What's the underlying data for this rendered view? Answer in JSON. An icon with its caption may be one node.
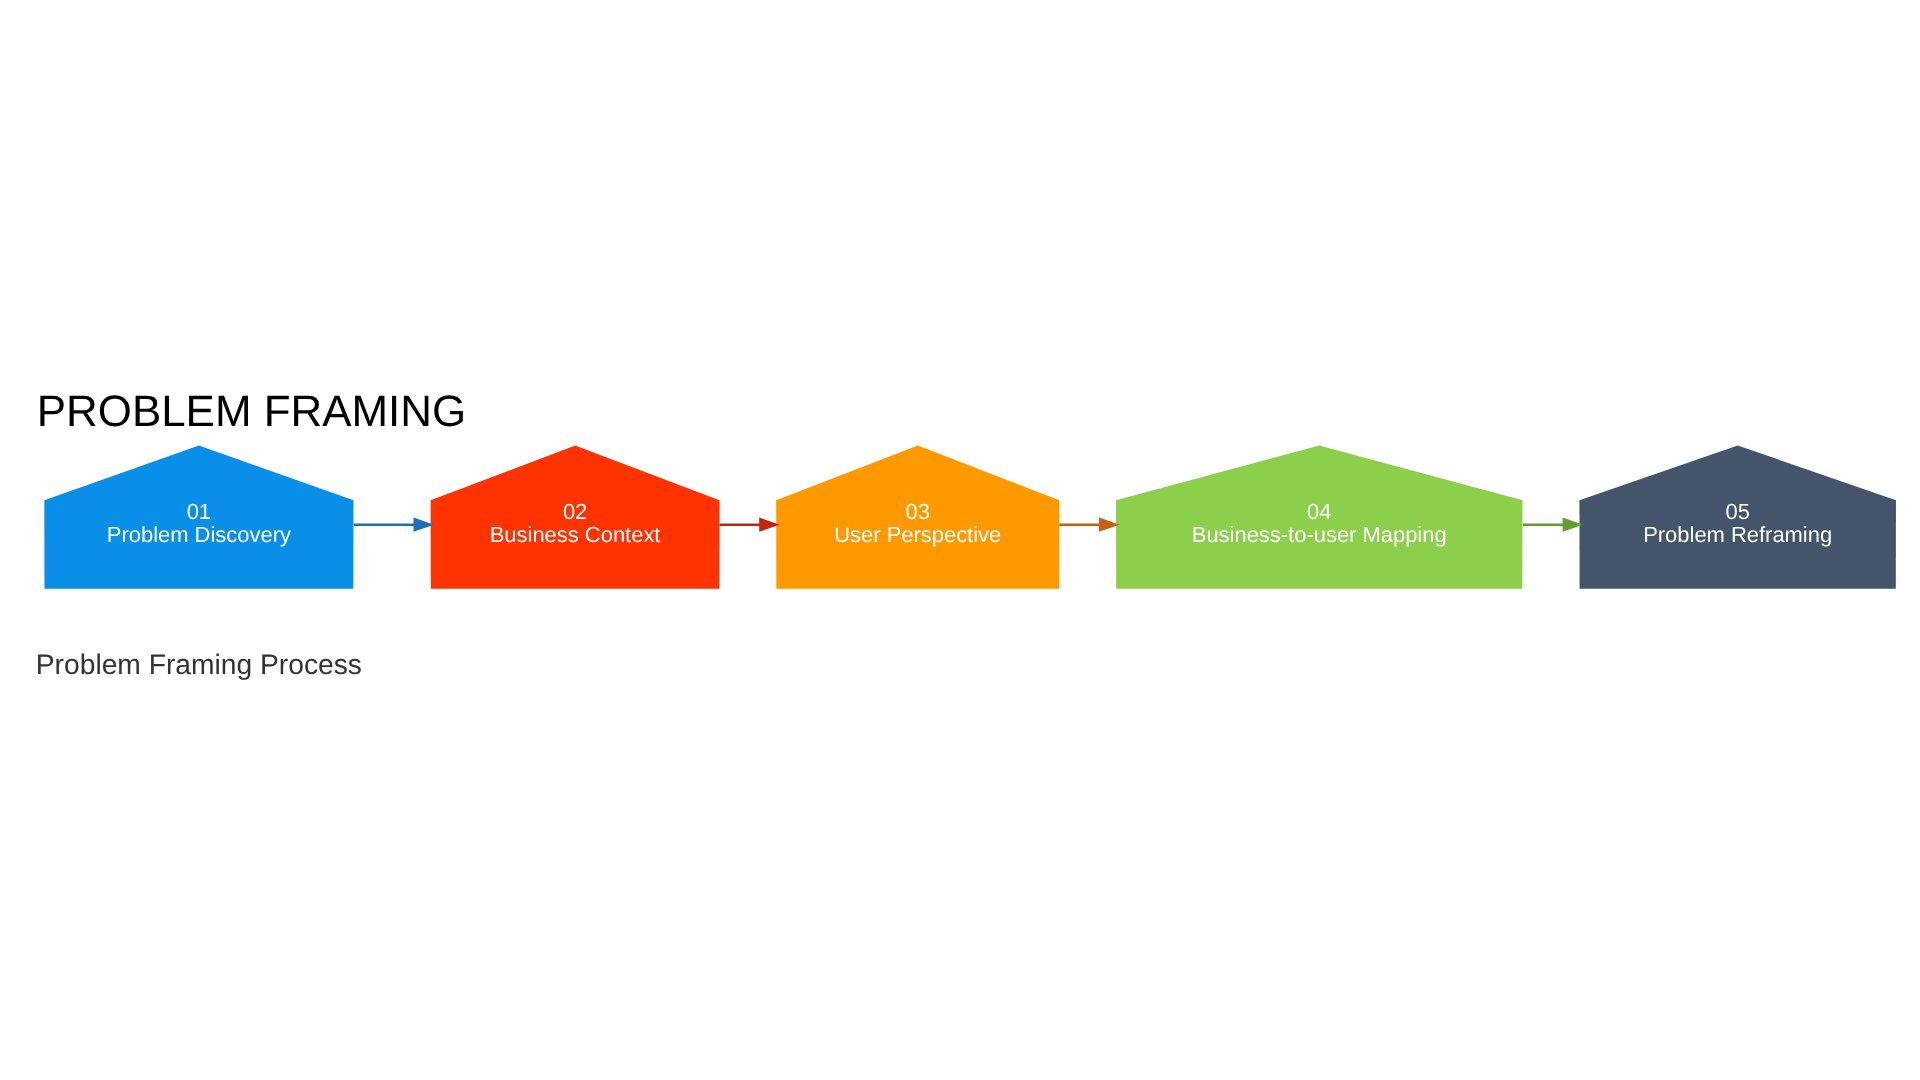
{
  "diagram": {
    "title": "PROBLEM FRAMING",
    "nodes": [
      {
        "text": [
          "01",
          "Problem Discovery"
        ]
      },
      {
        "text": [
          "02",
          "Business Context"
        ]
      },
      {
        "text": [
          "03",
          "User Perspective"
        ]
      },
      {
        "text": [
          "04",
          "Business-to-user Mapping"
        ]
      },
      {
        "text": [
          "05",
          "Problem Reframing"
        ]
      }
    ],
    "edges": [
      {
        "from": 0,
        "to": 1,
        "arrow": "to",
        "color": "#1f6fb5"
      },
      {
        "from": 1,
        "to": 2,
        "arrow": "to",
        "color": "#c0260f"
      },
      {
        "from": 2,
        "to": 3,
        "arrow": "to",
        "color": "#c5600e"
      },
      {
        "from": 3,
        "to": 4,
        "arrow": "to",
        "color": "#5fa032"
      }
    ],
    "labels": [
      "Problem Framing Process"
    ]
  }
}
